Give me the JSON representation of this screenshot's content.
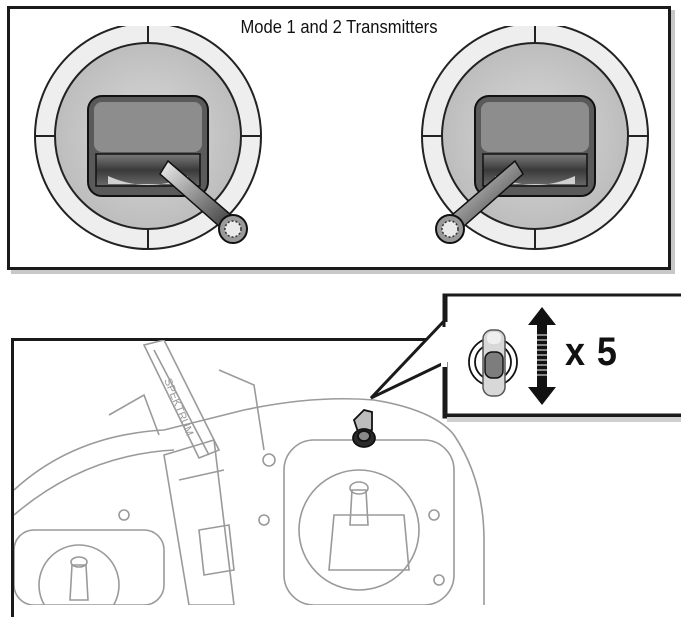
{
  "header": {
    "title": "Mode 1 and 2 Transmitters"
  },
  "callout": {
    "label": "x 5"
  },
  "transmitter": {
    "brand_text": "SPEKTRUM"
  }
}
